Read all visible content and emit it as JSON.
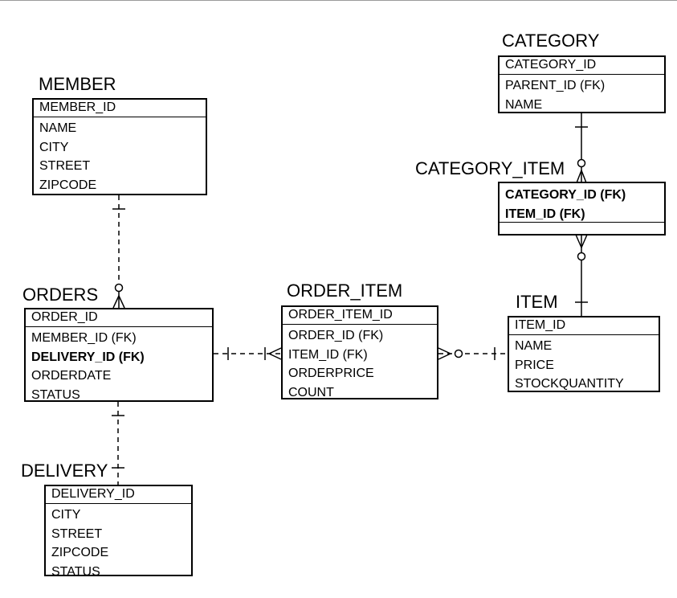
{
  "entities": {
    "member": {
      "title": "MEMBER",
      "pk": "MEMBER_ID",
      "attrs": [
        "NAME",
        "CITY",
        "STREET",
        "ZIPCODE"
      ]
    },
    "orders": {
      "title": "ORDERS",
      "pk": "ORDER_ID",
      "attrs": [
        "MEMBER_ID (FK)",
        "DELIVERY_ID (FK)",
        "ORDERDATE",
        "STATUS"
      ]
    },
    "delivery": {
      "title": "DELIVERY",
      "pk": "DELIVERY_ID",
      "attrs": [
        "CITY",
        "STREET",
        "ZIPCODE",
        "STATUS"
      ]
    },
    "order_item": {
      "title": "ORDER_ITEM",
      "pk": "ORDER_ITEM_ID",
      "attrs": [
        "ORDER_ID (FK)",
        "ITEM_ID (FK)",
        "ORDERPRICE",
        "COUNT"
      ]
    },
    "item": {
      "title": "ITEM",
      "pk": "ITEM_ID",
      "attrs": [
        "NAME",
        "PRICE",
        "STOCKQUANTITY"
      ]
    },
    "category": {
      "title": "CATEGORY",
      "pk": "CATEGORY_ID",
      "attrs": [
        "PARENT_ID (FK)",
        "NAME"
      ]
    },
    "category_item": {
      "title": "CATEGORY_ITEM",
      "pk_attrs": [
        "CATEGORY_ID (FK)",
        "ITEM_ID (FK)"
      ]
    }
  },
  "relationships": [
    {
      "from": "MEMBER",
      "to": "ORDERS",
      "from_card": "one",
      "to_card": "zero-or-many",
      "line": "dashed"
    },
    {
      "from": "ORDERS",
      "to": "DELIVERY",
      "from_card": "one",
      "to_card": "one",
      "line": "dashed"
    },
    {
      "from": "ORDERS",
      "to": "ORDER_ITEM",
      "from_card": "one",
      "to_card": "one-or-many",
      "line": "dashed"
    },
    {
      "from": "ITEM",
      "to": "ORDER_ITEM",
      "from_card": "one",
      "to_card": "zero-or-many",
      "line": "dashed"
    },
    {
      "from": "CATEGORY",
      "to": "CATEGORY_ITEM",
      "from_card": "one",
      "to_card": "zero-or-many",
      "line": "solid"
    },
    {
      "from": "ITEM",
      "to": "CATEGORY_ITEM",
      "from_card": "one",
      "to_card": "zero-or-many",
      "line": "solid"
    }
  ]
}
